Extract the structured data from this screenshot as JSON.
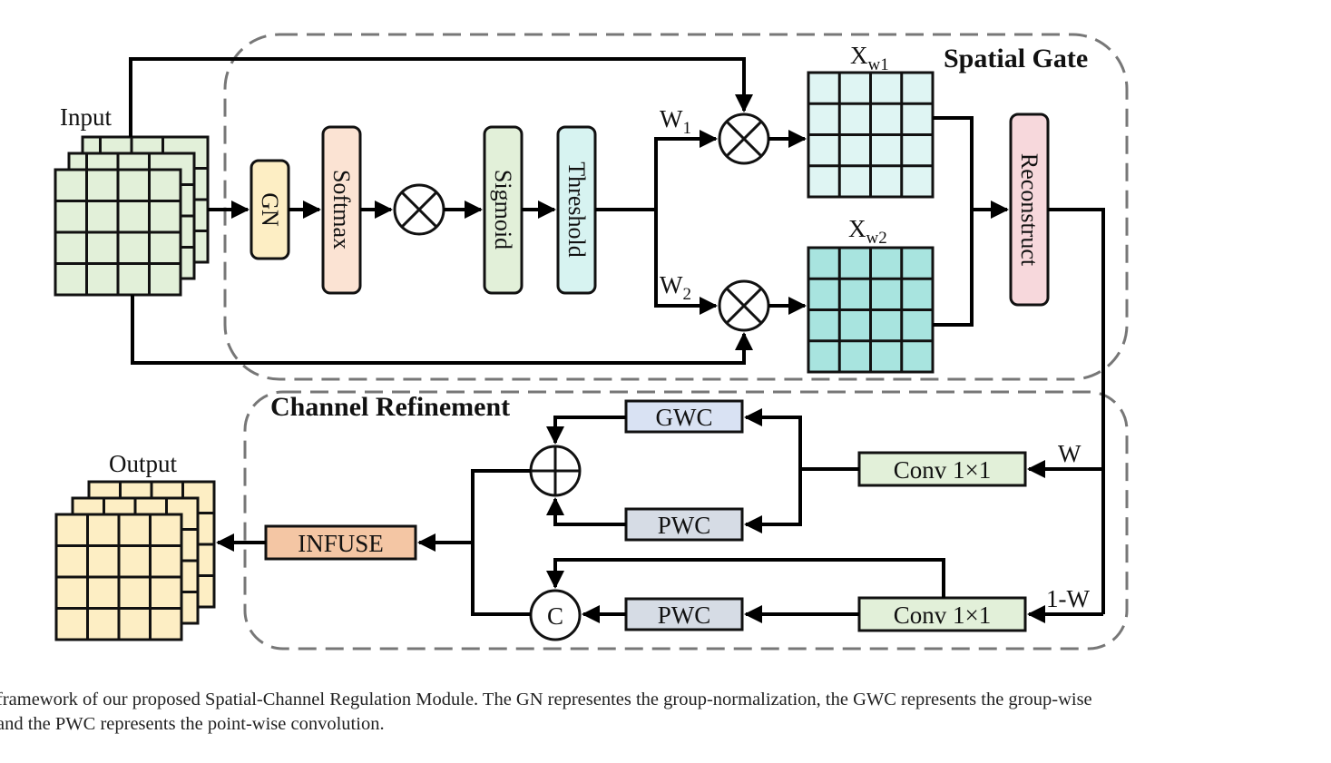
{
  "labels": {
    "input": "Input",
    "output": "Output",
    "spatial_gate": "Spatial Gate",
    "channel_refinement": "Channel Refinement",
    "xw1_main": "X",
    "xw1_sub": "w1",
    "xw2_main": "X",
    "xw2_sub": "w2",
    "w1_main": "W",
    "w1_sub": "1",
    "w2_main": "W",
    "w2_sub": "2",
    "w": "W",
    "one_minus_w": "1-W"
  },
  "blocks": {
    "gn": "GN",
    "softmax": "Softmax",
    "sigmoid": "Sigmoid",
    "threshold": "Threshold",
    "reconstruct": "Reconstruct",
    "gwc": "GWC",
    "pwc_top": "PWC",
    "pwc_bottom": "PWC",
    "conv_top": "Conv 1×1",
    "conv_bottom": "Conv 1×1",
    "infuse": "INFUSE",
    "concat": "C"
  },
  "caption": {
    "line1": "framework of our proposed Spatial-Channel Regulation Module. The GN representes the group-normalization, the GWC represents the group-wise",
    "line2": " and the PWC represents the point-wise convolution."
  },
  "colors": {
    "input_green": "#e2f0d9",
    "output_yellow": "#fdeec4",
    "xw1_cyan": "#dff5f3",
    "xw2_teal": "#a8e4df",
    "gn_yellow": "#fdeec4",
    "softmax_peach": "#fbe3d3",
    "sigmoid_green": "#e2f0d9",
    "threshold_cyan": "#d7f3f1",
    "reconstruct_pink": "#f7d8dc",
    "gwc_blue": "#d9e2f3",
    "pwc_gray": "#d6dce5",
    "conv_green": "#e2f0d9",
    "infuse_orange": "#f4c6a4"
  }
}
